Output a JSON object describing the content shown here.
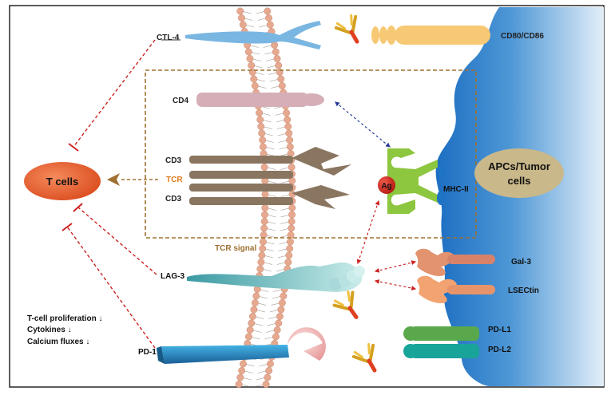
{
  "labels": {
    "ctl4": "CTL-4",
    "cd80_cd86": "CD80/CD86",
    "cd4": "CD4",
    "cd3_top": "CD3",
    "tcr": "TCR",
    "cd3_bottom": "CD3",
    "tcells": "T cells",
    "ag": "Ag",
    "mhc2": "MHC-II",
    "apcs_line1": "APCs/Tumor",
    "apcs_line2": "cells",
    "tcr_signal": "TCR signal",
    "lag3": "LAG-3",
    "gal3": "Gal-3",
    "lsectin": "LSECtin",
    "pd1": "PD-1",
    "pdl1": "PD-L1",
    "pdl2": "PD-L2"
  },
  "effects": [
    "T-cell proliferation ↓",
    "Cytokines ↓",
    "Calcium fluxes ↓"
  ],
  "colors": {
    "tcell": "#e05a2b",
    "apc_dark": "#1f73c4",
    "apc_light": "#d7e8f6",
    "ctl4": "#7ab6e2",
    "cd80": "#f7c974",
    "cd4": "#d5aeb8",
    "cd3_tcr": "#8a7660",
    "mhc2": "#8dc63f",
    "lag3": "#52aeb5",
    "gal3": "#d9826a",
    "pd1": "#2a8fc7",
    "pdl1": "#5aa84c",
    "pdl2": "#19a49a",
    "inhibit": "#cc2222",
    "box": "#a07030",
    "membrane": "#e6a98f",
    "tcr_label": "#e07a1a",
    "interact": "#2a3c98"
  }
}
